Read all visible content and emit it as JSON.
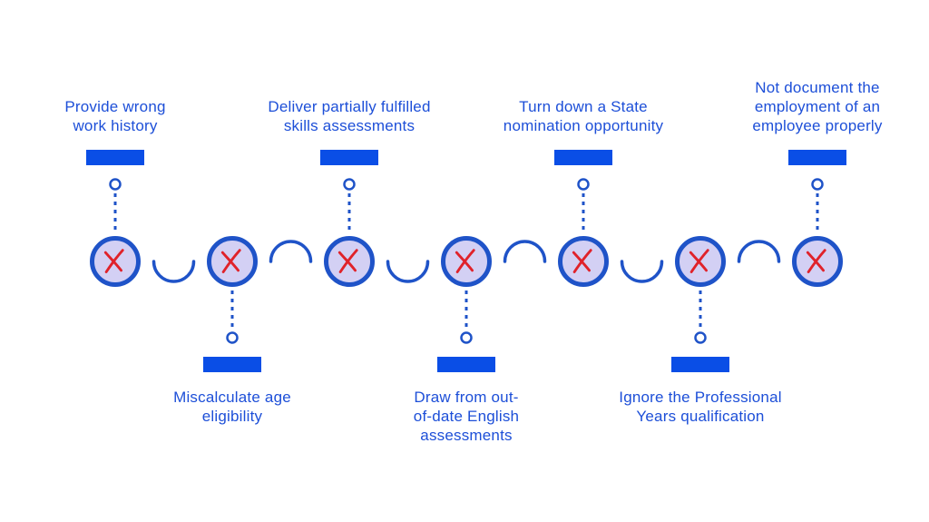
{
  "diagram": {
    "steps": [
      {
        "label": "Provide wrong\nwork history",
        "position": "top"
      },
      {
        "label": "Miscalculate age\neligibility",
        "position": "bottom"
      },
      {
        "label": "Deliver partially fulfilled\nskills assessments",
        "position": "top"
      },
      {
        "label": "Draw from out-\nof-date English\nassessments",
        "position": "bottom"
      },
      {
        "label": "Turn down a State\nnomination opportunity",
        "position": "top"
      },
      {
        "label": "Ignore the Professional\nYears qualification",
        "position": "bottom"
      },
      {
        "label": "Not document the\nemployment of an\nemployee properly",
        "position": "top"
      }
    ],
    "node_icon": "red-x-mark-icon",
    "colors": {
      "text": "#1d4fd8",
      "bar": "#0a4ee6",
      "node_fill": "#d3d0f4",
      "node_border": "#1f53c8",
      "x_mark": "#e0222a",
      "connector": "#1f53c8"
    }
  }
}
